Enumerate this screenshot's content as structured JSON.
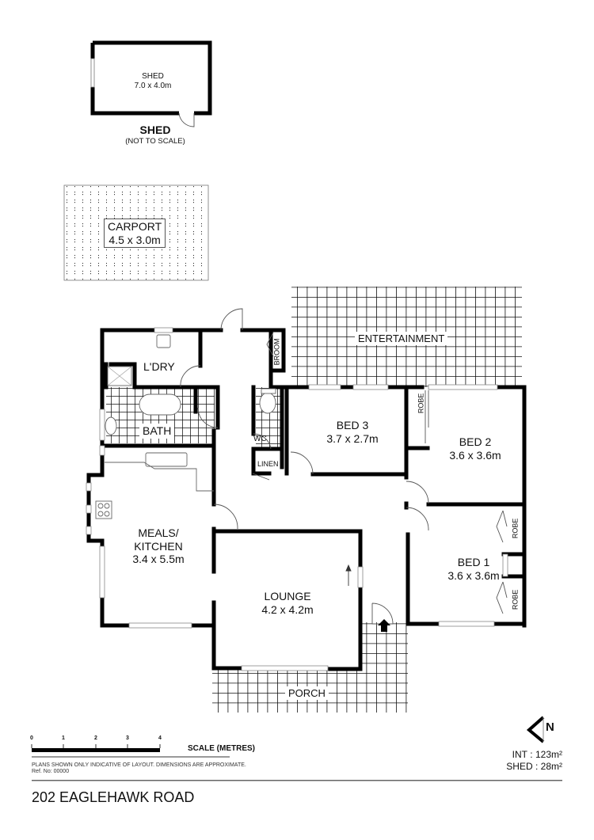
{
  "property": {
    "address": "202 EAGLEHAWK ROAD"
  },
  "shed_detail": {
    "room_label": "SHED",
    "room_size": "7.0 x 4.0m",
    "caption_title": "SHED",
    "caption_subtitle": "(NOT TO SCALE)"
  },
  "rooms": {
    "carport": {
      "label": "CARPORT",
      "size": "4.5 x 3.0m"
    },
    "entertainment": {
      "label": "ENTERTAINMENT"
    },
    "laundry": {
      "label": "L'DRY"
    },
    "broom": {
      "label": "BROOM"
    },
    "bath": {
      "label": "BATH"
    },
    "wc": {
      "label": "WC"
    },
    "linen": {
      "label": "LINEN"
    },
    "bed3": {
      "label": "BED 3",
      "size": "3.7 x 2.7m"
    },
    "bed2": {
      "label": "BED 2",
      "size": "3.6 x 3.6m",
      "robe": "ROBE"
    },
    "meals_kitchen": {
      "label_line1": "MEALS/",
      "label_line2": "KITCHEN",
      "size": "3.4 x 5.5m"
    },
    "lounge": {
      "label": "LOUNGE",
      "size": "4.2 x 4.2m"
    },
    "bed1": {
      "label": "BED 1",
      "size": "3.6 x 3.6m",
      "robe_top": "ROBE",
      "robe_bottom": "ROBE"
    },
    "porch": {
      "label": "PORCH"
    }
  },
  "scale_bar": {
    "ticks": [
      "0",
      "1",
      "2",
      "3",
      "4"
    ],
    "title": "SCALE (METRES)"
  },
  "disclaimer": {
    "line1": "PLANS SHOWN ONLY INDICATIVE OF LAYOUT.  DIMENSIONS ARE APPROXIMATE.",
    "line2": "Ref. No: 00000"
  },
  "north_arrow": {
    "icon": "north-arrow-icon",
    "letter": "N"
  },
  "areas": {
    "int_label": "INT",
    "int_value": "123m²",
    "shed_label": "SHED",
    "shed_value": "28m²"
  },
  "colors": {
    "wall": "#000000",
    "window": "#cfcfcf",
    "rule": "#888888"
  }
}
